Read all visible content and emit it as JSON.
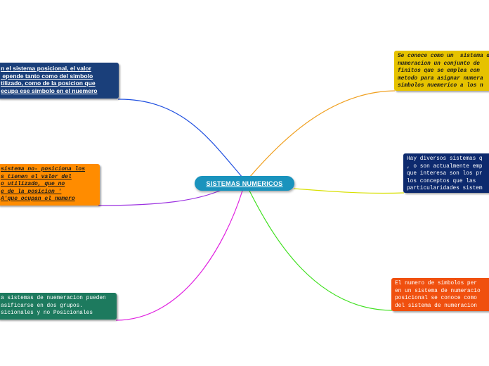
{
  "central": {
    "title": "SISTEMAS NUMERICOS"
  },
  "colors": {
    "central": "#1a93bd",
    "blue": "#1a3f7a",
    "orange": "#ff8c00",
    "green": "#1d7a5e",
    "yellow": "#e6c200",
    "navy": "#0d2a6e",
    "red": "#f0500f"
  },
  "nodes": {
    "positional": "n el sistema posicional, el valor\n epende tanto como del simbolo\ntilizado, como de la posicion que\necupa ese simbolo en el nuemero",
    "non_positional": "sistema no- posiciona los\ns tienen el valor del\no utilizado, que no\ne de la posicion '\nA'que ocupan el numero",
    "classification": "a sistemas de nuemeracion pueden\nasificarse en dos grupos.\nsicionales y no Posicionales",
    "definition": "Se conoce como un  sistema d\nnumeracion un conjunto de\nfinitos que se emplea con\nmetodo para asignar numera\nsimbolos nuemerico a los n",
    "diverse": "Hay diversos sistemas q\n, o son actualmente emp\nque interesa son los pr\nlos conceptos que las\nparticularidades sistem",
    "base": "El numero de simbolos per\nen un sistema de numeracio\nposicional se conoce como\ndel sistema de numeracion"
  }
}
